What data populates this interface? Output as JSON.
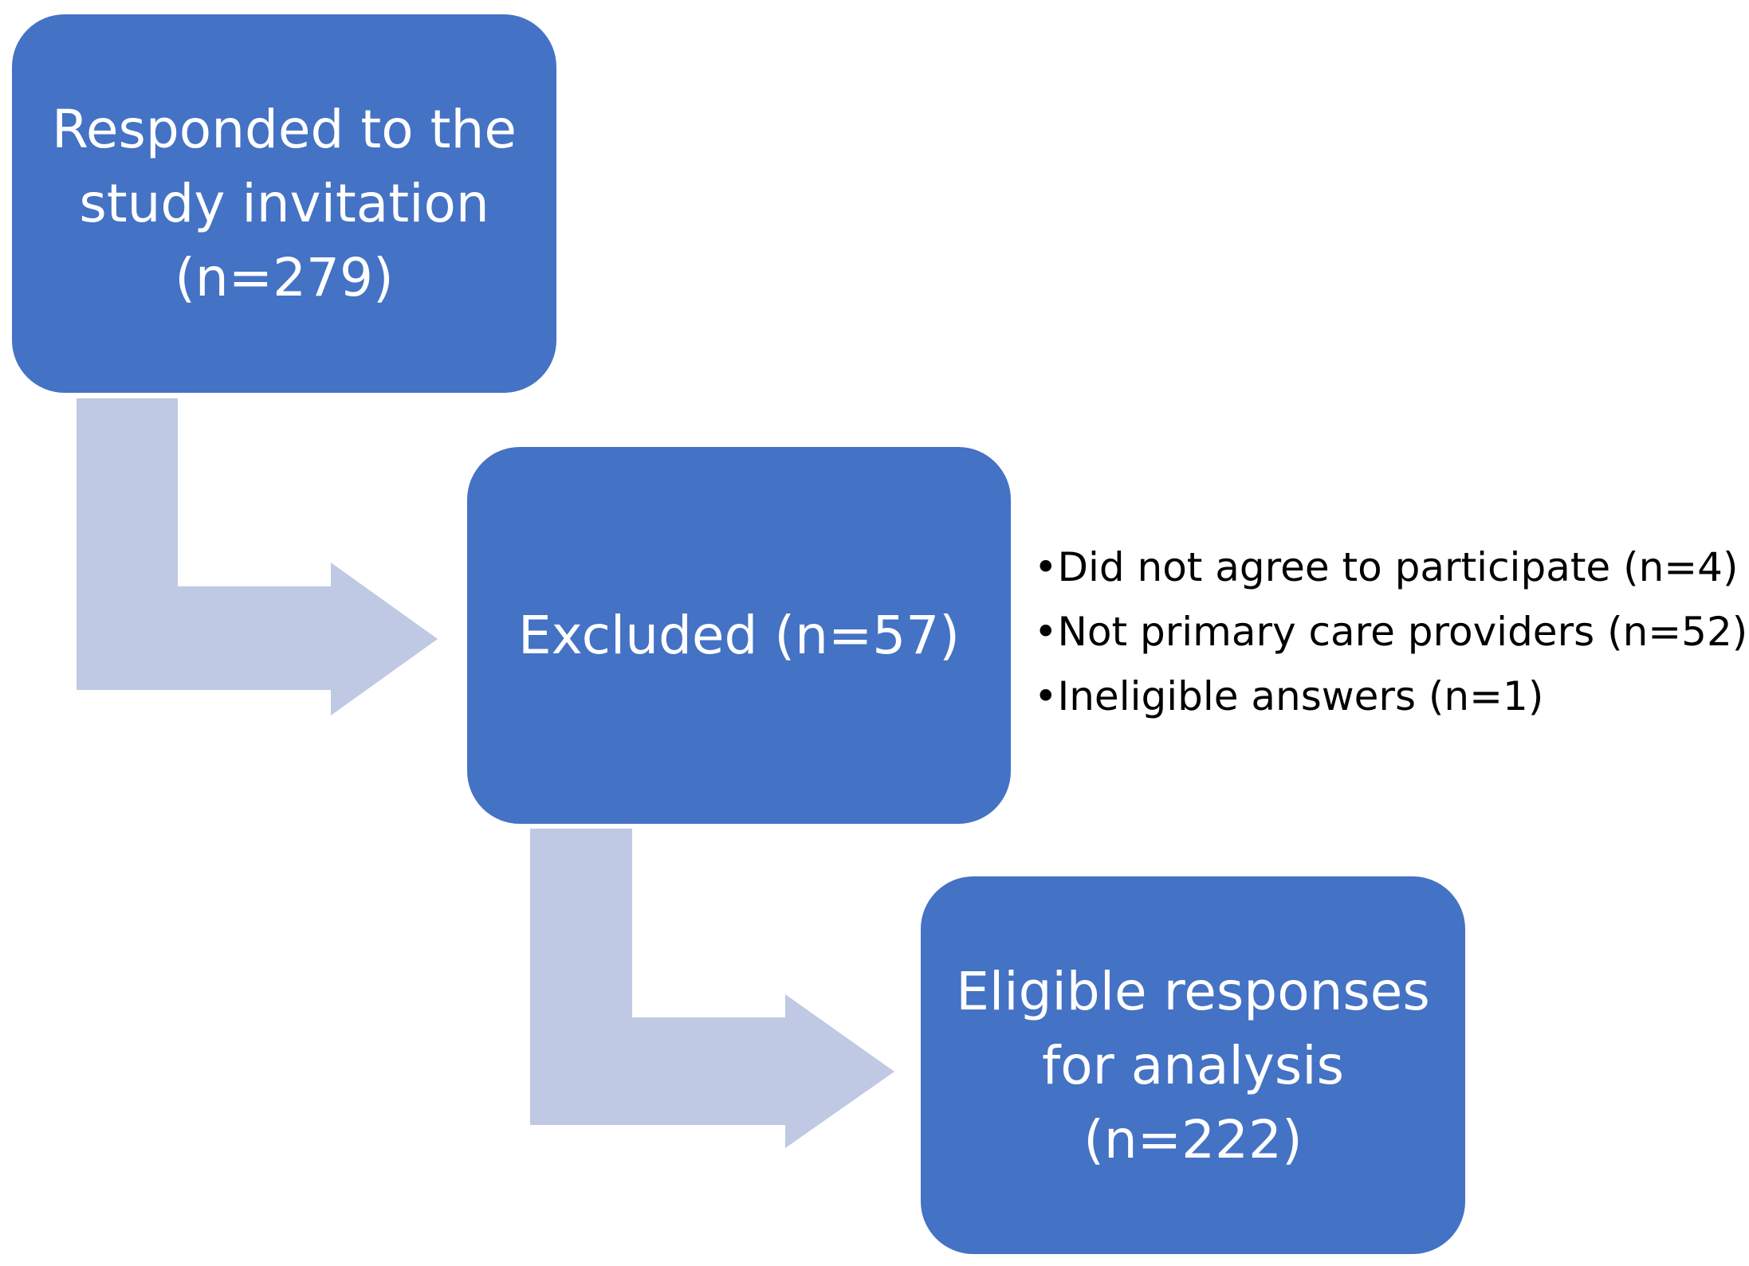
{
  "colors": {
    "box_fill": "#4472c4",
    "box_text": "#ffffff",
    "arrow_fill": "#bfc9e3",
    "reason_text": "#000000"
  },
  "boxes": {
    "responded": {
      "lines": [
        "Responded to the",
        "study invitation",
        "(n=279)"
      ]
    },
    "excluded": {
      "lines": [
        "Excluded (n=57)"
      ]
    },
    "eligible": {
      "lines": [
        "Eligible responses",
        "for analysis",
        "(n=222)"
      ]
    }
  },
  "exclusion_reasons": [
    "•Did not agree to participate (n=4)",
    "•Not primary care providers (n=52)",
    "•Ineligible answers (n=1)"
  ]
}
